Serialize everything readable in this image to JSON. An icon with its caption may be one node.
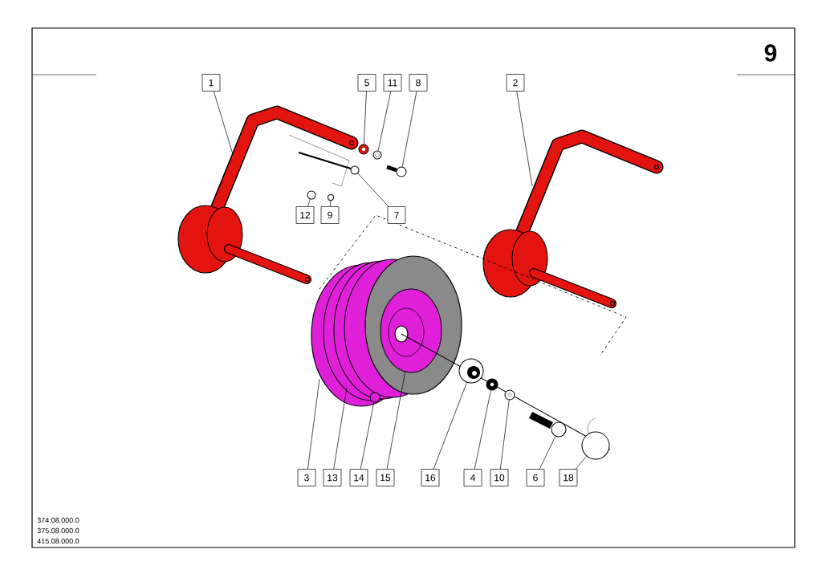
{
  "diagram": {
    "nodes": [
      {
        "text": [
          "1"
        ]
      },
      {
        "text": [
          "2"
        ]
      },
      {
        "text": [
          "5"
        ]
      },
      {
        "text": [
          "11"
        ]
      },
      {
        "text": [
          "8"
        ]
      },
      {
        "text": [
          "12"
        ]
      },
      {
        "text": [
          "9"
        ]
      },
      {
        "text": [
          "7"
        ]
      },
      {
        "text": [
          "3"
        ]
      },
      {
        "text": [
          "13"
        ]
      },
      {
        "text": [
          "14"
        ]
      },
      {
        "text": [
          "15"
        ]
      },
      {
        "text": [
          "16"
        ]
      },
      {
        "text": [
          "4"
        ]
      },
      {
        "text": [
          "10"
        ]
      },
      {
        "text": [
          "6"
        ]
      },
      {
        "text": [
          "18"
        ]
      },
      {
        "text": [],
        "shape": "circle"
      },
      {
        "text": [],
        "shape": "circle"
      },
      {
        "text": [],
        "shape": "bolt"
      },
      {
        "text": [],
        "shape": "circle"
      },
      {
        "text": [],
        "shape": "circle"
      },
      {
        "text": [],
        "shape": "bolt"
      },
      {
        "text": [],
        "shape": "circle"
      },
      {
        "text": [],
        "shape": "circle"
      },
      {
        "text": [],
        "shape": "circle"
      },
      {
        "text": [],
        "shape": "circle"
      },
      {
        "text": [],
        "shape": "bolt"
      },
      {
        "text": [],
        "shape": "cylinder"
      }
    ],
    "edges": [
      {
        "from": 0,
        "to": null,
        "arrow": "none"
      },
      {
        "from": 1,
        "to": null,
        "arrow": "none"
      },
      {
        "from": 2,
        "to": 17,
        "arrow": "none"
      },
      {
        "from": 3,
        "to": 18,
        "arrow": "none"
      },
      {
        "from": 4,
        "to": 19,
        "arrow": "none"
      },
      {
        "from": 5,
        "to": 20,
        "arrow": "none"
      },
      {
        "from": 6,
        "to": 21,
        "arrow": "none"
      },
      {
        "from": 7,
        "to": 22,
        "arrow": "none"
      },
      {
        "from": 8,
        "to": null,
        "arrow": "none"
      },
      {
        "from": 9,
        "to": null,
        "arrow": "none"
      },
      {
        "from": 10,
        "to": 23,
        "arrow": "none"
      },
      {
        "from": 11,
        "to": null,
        "arrow": "none"
      },
      {
        "from": 12,
        "to": 24,
        "arrow": "none"
      },
      {
        "from": 13,
        "to": 25,
        "arrow": "none"
      },
      {
        "from": 14,
        "to": 26,
        "arrow": "none"
      },
      {
        "from": 15,
        "to": 27,
        "arrow": "none"
      },
      {
        "from": 16,
        "to": 28,
        "arrow": "none"
      }
    ],
    "labels": [
      "9",
      "374.08.000.0",
      "375.08.000.0",
      "415.08.000.0"
    ]
  }
}
